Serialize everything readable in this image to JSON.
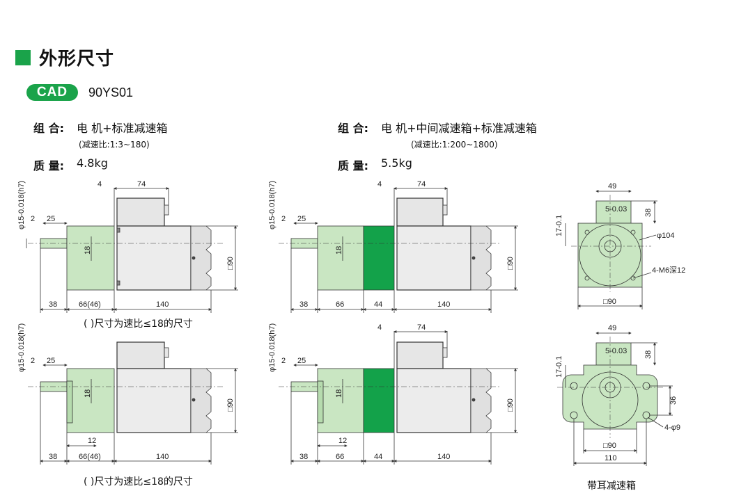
{
  "header": {
    "title": "外形尺寸",
    "cad_badge": "CAD",
    "model": "90YS01"
  },
  "left_spec": {
    "combo_label": "组 合:",
    "combo_value": "电 机+标准减速箱",
    "ratio_note": "(减速比:1:3~180)",
    "mass_label": "质 量:",
    "mass_value": "4.8kg"
  },
  "right_spec": {
    "combo_label": "组 合:",
    "combo_value": "电 机+中间减速箱+标准减速箱",
    "ratio_note": "(减速比:1:200~1800)",
    "mass_label": "质 量:",
    "mass_value": "5.5kg"
  },
  "captions": {
    "paren_note_top": "( )尺寸为速比≤18的尺寸",
    "paren_note_bottom": "( )尺寸为速比≤18的尺寸",
    "eared_box": "带耳减速箱"
  },
  "dims": {
    "d74": "74",
    "d4": "4",
    "d2": "2",
    "d25": "25",
    "d18": "18",
    "d38": "38",
    "d66_46": "66(46)",
    "d66": "66",
    "d44": "44",
    "d140": "140",
    "d90": "□90",
    "d12": "12",
    "shaft": "φ15-0.018(h7)",
    "d49": "49",
    "d5": "5-0.03",
    "d38v": "38",
    "d17": "17-0.1",
    "d104": "φ104",
    "m6": "4-M6深12",
    "d90b": "□90",
    "d36": "36",
    "d9": "4-φ9",
    "d110": "110"
  },
  "colors": {
    "accent": "#1aa34a",
    "gearbox": "#c9e6c2",
    "middle_box": "#13a24a",
    "motor": "#ececec"
  }
}
